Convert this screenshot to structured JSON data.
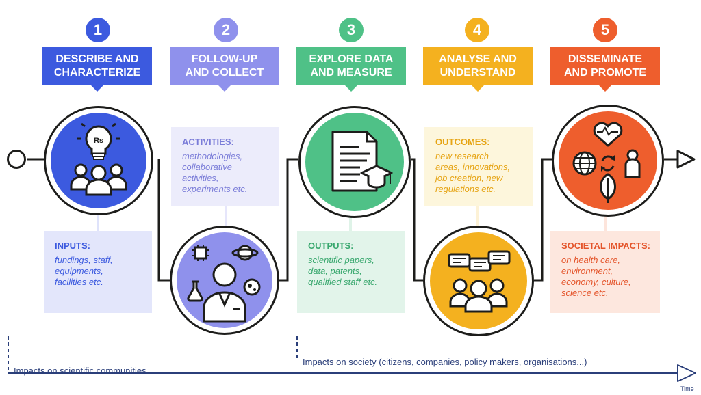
{
  "colors": {
    "step1": "#3c5adf",
    "step2": "#8f91ec",
    "step3": "#4fc187",
    "step4": "#f4b11f",
    "step5": "#ee5e2d",
    "line": "#1d1d1b",
    "axis": "#2b3f7a"
  },
  "steps": [
    {
      "number": "1",
      "title": "DESCRIBE AND\nCHARACTERIZE",
      "icon": "researchers-with-lightbulb-icon"
    },
    {
      "number": "2",
      "title": "FOLLOW-UP\nAND COLLECT",
      "icon": "scientist-with-lab-items-icon"
    },
    {
      "number": "3",
      "title": "EXPLORE DATA\nAND MEASURE",
      "icon": "document-with-graduation-cap-icon"
    },
    {
      "number": "4",
      "title": "ANALYSE AND\nUNDERSTAND",
      "icon": "people-discussing-icon"
    },
    {
      "number": "5",
      "title": "DISSEMINATE\nAND PROMOTE",
      "icon": "society-impacts-icon"
    }
  ],
  "boxes": {
    "inputs": {
      "label": "INPUTS:",
      "body": "fundings, staff,\nequipments,\nfacilities etc."
    },
    "activities": {
      "label": "ACTIVITIES:",
      "body": "methodologies,\ncollaborative\nactivities,\nexperiments etc."
    },
    "outputs": {
      "label": "OUTPUTS:",
      "body": "scientific papers,\ndata, patents,\nqualified staff etc."
    },
    "outcomes": {
      "label": "OUTCOMES:",
      "body": "new research\nareas, innovations,\njob creation, new\nregulations etc."
    },
    "societal": {
      "label": "SOCIETAL IMPACTS:",
      "body": "on health care,\nenvironment,\neconomy, culture,\nscience etc."
    }
  },
  "icon_text": {
    "bulb_label": "Rs"
  },
  "timeline": {
    "scientific": "Impacts on scientific communities",
    "society": "Impacts on society (citizens, companies, policy makers, organisations...)",
    "time": "Time"
  }
}
